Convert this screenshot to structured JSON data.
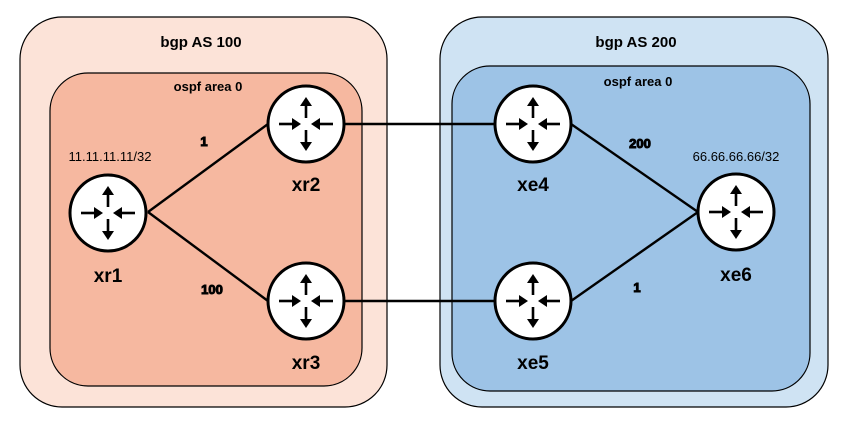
{
  "colors": {
    "as100_outer": "#fce3d8",
    "as100_inner": "#f6b8a0",
    "as200_outer": "#cfe3f3",
    "as200_inner": "#9dc3e6",
    "link": "#000000",
    "high_cost": "#e8383b",
    "router_fill": "#ffffff"
  },
  "zones": {
    "as100": {
      "label": "bgp AS 100",
      "ospf_label": "ospf area 0"
    },
    "as200": {
      "label": "bgp AS 200",
      "ospf_label": "ospf area 0"
    }
  },
  "routers": {
    "xr1": {
      "name": "xr1",
      "ip": "11.11.11.11/32",
      "icon": "router-icon"
    },
    "xr2": {
      "name": "xr2",
      "icon": "router-icon"
    },
    "xr3": {
      "name": "xr3",
      "icon": "router-icon"
    },
    "xe4": {
      "name": "xe4",
      "icon": "router-icon"
    },
    "xe5": {
      "name": "xe5",
      "icon": "router-icon"
    },
    "xe6": {
      "name": "xe6",
      "ip": "66.66.66.66/32",
      "icon": "router-icon"
    }
  },
  "links": {
    "xr1_xr2": {
      "cost": "1"
    },
    "xr1_xr3": {
      "cost": "100",
      "highlight": true
    },
    "xe4_xe6": {
      "cost": "200",
      "highlight": true
    },
    "xe5_xe6": {
      "cost": "1"
    },
    "xr2_xe4": {},
    "xr3_xe5": {}
  }
}
